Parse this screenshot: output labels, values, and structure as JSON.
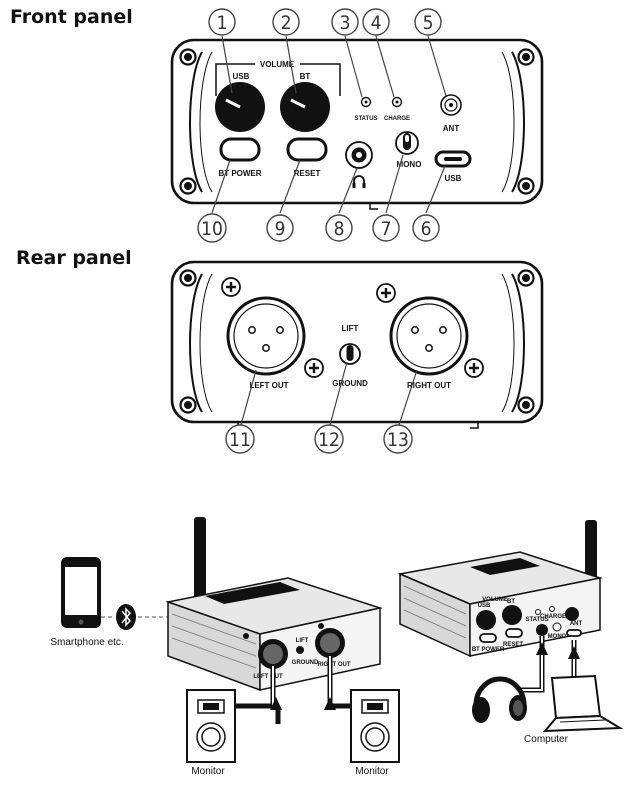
{
  "headings": {
    "front": "Front panel",
    "rear": "Rear panel"
  },
  "front_panel": {
    "volume": "VOLUME",
    "usb_knob": "USB",
    "bt_knob": "BT",
    "status": "STATUS",
    "charge": "CHARGE",
    "ant": "ANT",
    "bt_power": "BT POWER",
    "reset": "RESET",
    "mono": "MONO",
    "usb_port": "USB"
  },
  "rear_panel": {
    "lift": "LIFT",
    "ground": "GROUND",
    "left_out": "LEFT OUT",
    "right_out": "RIGHT OUT"
  },
  "callouts": [
    "1",
    "2",
    "3",
    "4",
    "5",
    "6",
    "7",
    "8",
    "9",
    "10",
    "11",
    "12",
    "13"
  ],
  "illustration": {
    "smartphone": "Smartphone etc.",
    "monitor_left": "Monitor",
    "monitor_right": "Monitor",
    "computer": "Computer",
    "device_small": {
      "volume": "VOLUME",
      "usb": "USB",
      "bt": "BT",
      "status": "STATUS",
      "charge": "CHARGE",
      "bt_power": "BT POWER",
      "reset": "RESET",
      "mono": "MONO",
      "ant": "ANT",
      "left_out": "LEFT OUT",
      "right_out": "RIGHT OUT",
      "lift": "LIFT",
      "ground": "GROUND"
    }
  }
}
